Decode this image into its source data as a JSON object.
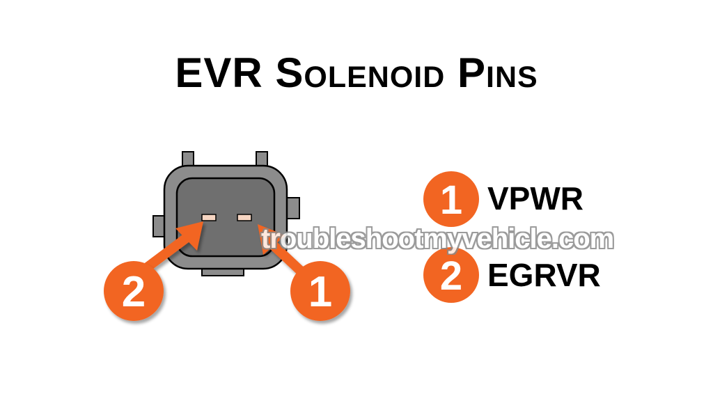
{
  "title": {
    "word1": "EVR",
    "word2_initial": "S",
    "word2_rest": "OLENOID",
    "word3_initial": "P",
    "word3_rest": "INS"
  },
  "connector": {
    "callouts": [
      {
        "number": "2",
        "color": "#f26522"
      },
      {
        "number": "1",
        "color": "#f26522"
      }
    ]
  },
  "legend": [
    {
      "number": "1",
      "label": "VPWR"
    },
    {
      "number": "2",
      "label": "EGRVR"
    }
  ],
  "watermark": "troubleshootmyvehicle.com",
  "colors": {
    "accent": "#f26522",
    "connector_body": "#8c8c8c",
    "connector_face": "#6f6f6f",
    "pin": "#f6d5c2"
  }
}
